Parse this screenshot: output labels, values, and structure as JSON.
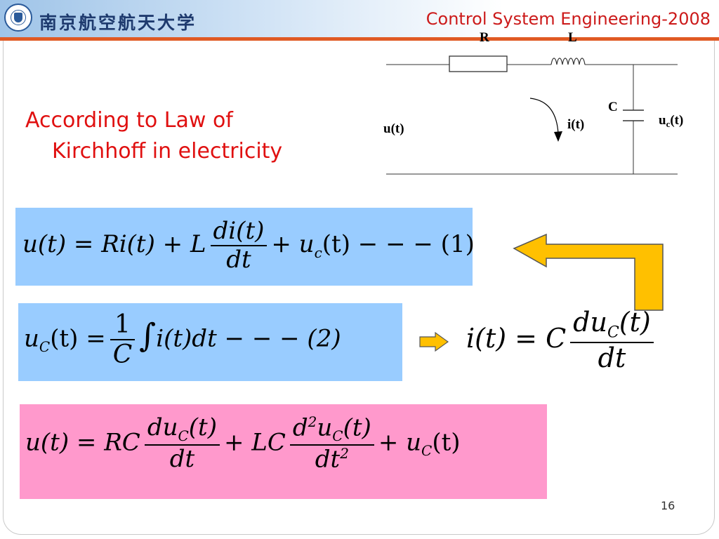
{
  "header": {
    "logo_text": "南京航空航天大学",
    "course_title": "Control System Engineering-2008"
  },
  "heading": {
    "line1": "According to Law of",
    "line2": "Kirchhoff in electricity"
  },
  "circuit": {
    "resistor_label": "R",
    "inductor_label": "L",
    "capacitor_label": "C",
    "input_label": "u(t)",
    "current_label": "i(t)",
    "output_label_main": "u",
    "output_label_sub": "c",
    "output_label_tail": "(t)"
  },
  "equations": {
    "eq1": {
      "lhs": "u(t) = Ri(t) + L",
      "frac_num": "di(t)",
      "frac_den": "dt",
      "rhs": "+ u",
      "rhs_sub": "c",
      "rhs_tail": "(t) − − − (1)"
    },
    "eq2": {
      "lhs": "u",
      "lhs_sub": "C",
      "lhs_tail": "(t) =",
      "frac_num": "1",
      "frac_den": "C",
      "integral": "∫",
      "rhs": "i(t)dt − − − (2)"
    },
    "eq3": {
      "lhs": "i(t) = C",
      "frac_num": "du",
      "frac_num_sub": "C",
      "frac_num_tail": "(t)",
      "frac_den": "dt"
    },
    "eq4": {
      "lhs": "u(t) = RC",
      "frac1_num": "du",
      "frac1_num_sub": "C",
      "frac1_num_tail": "(t)",
      "frac1_den": "dt",
      "mid": "+ LC",
      "frac2_num_d": "d",
      "frac2_num_sup": "2",
      "frac2_num_u": "u",
      "frac2_num_sub": "C",
      "frac2_num_tail": "(t)",
      "frac2_den": "dt",
      "frac2_den_sup": "2",
      "rhs": "+ u",
      "rhs_sub": "C",
      "rhs_tail": "(t)"
    }
  },
  "page_number": "16",
  "colors": {
    "title_red": "#cc1a1a",
    "heading_red": "#e01010",
    "header_rule": "#e05a24",
    "eq_blue": "#99ccff",
    "eq_pink": "#ff99cc",
    "arrow_fill": "#ffc000"
  },
  "icons": {
    "logo": "university-seal-icon",
    "feedback_arrow": "elbow-arrow-left-icon",
    "implies_arrow": "right-arrow-icon",
    "current_arrow": "curved-arrow-icon"
  }
}
